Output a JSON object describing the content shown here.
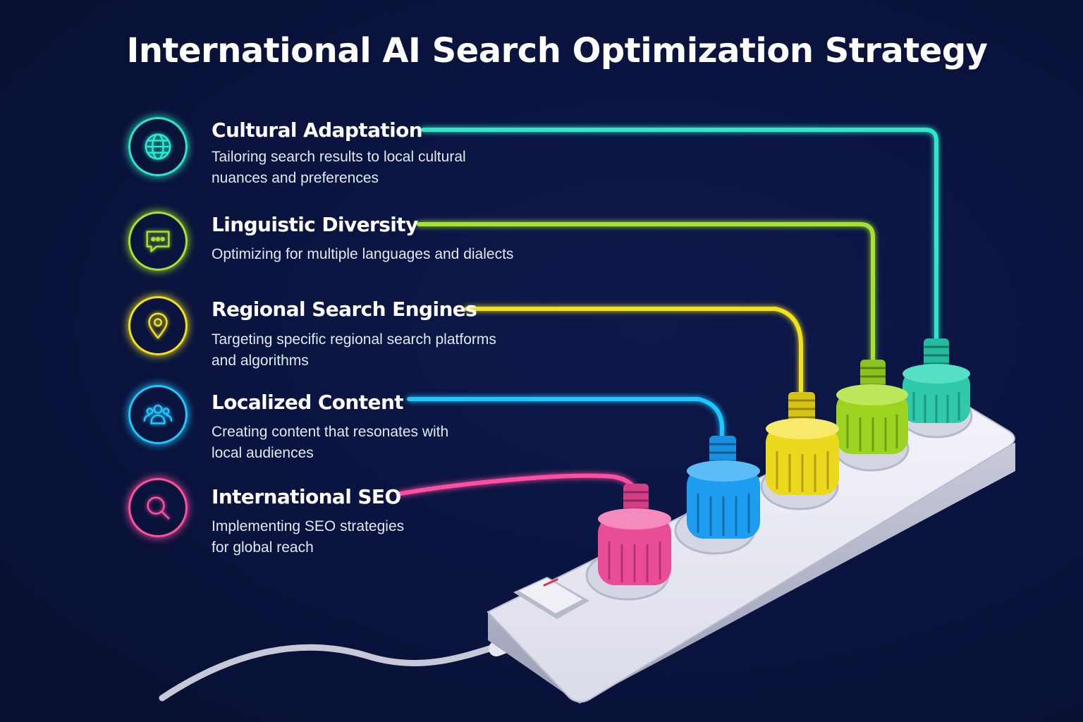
{
  "title": "International AI Search Optimization Strategy",
  "colors": {
    "background": "#0a1440",
    "cultural": "#2ee6c8",
    "linguistic": "#a6e22e",
    "regional": "#f2e21a",
    "localized": "#1ec8ff",
    "seo": "#ff4fa0"
  },
  "items": [
    {
      "title": "Cultural Adaptation",
      "description": "Tailoring search results to local cultural\nnuances and preferences",
      "icon": "globe-icon",
      "color": "#2ee6c8"
    },
    {
      "title": "Linguistic Diversity",
      "description": "Optimizing for multiple languages and dialects",
      "icon": "chat-bubble-icon",
      "color": "#a6e22e"
    },
    {
      "title": "Regional Search Engines",
      "description": "Targeting specific regional search platforms\nand algorithms",
      "icon": "location-pin-icon",
      "color": "#f2e21a"
    },
    {
      "title": "Localized Content",
      "description": "Creating content that resonates with\nlocal audiences",
      "icon": "people-icon",
      "color": "#1ec8ff"
    },
    {
      "title": "International SEO",
      "description": "Implementing SEO strategies\nfor global reach",
      "icon": "magnifier-icon",
      "color": "#ff4fa0"
    }
  ]
}
